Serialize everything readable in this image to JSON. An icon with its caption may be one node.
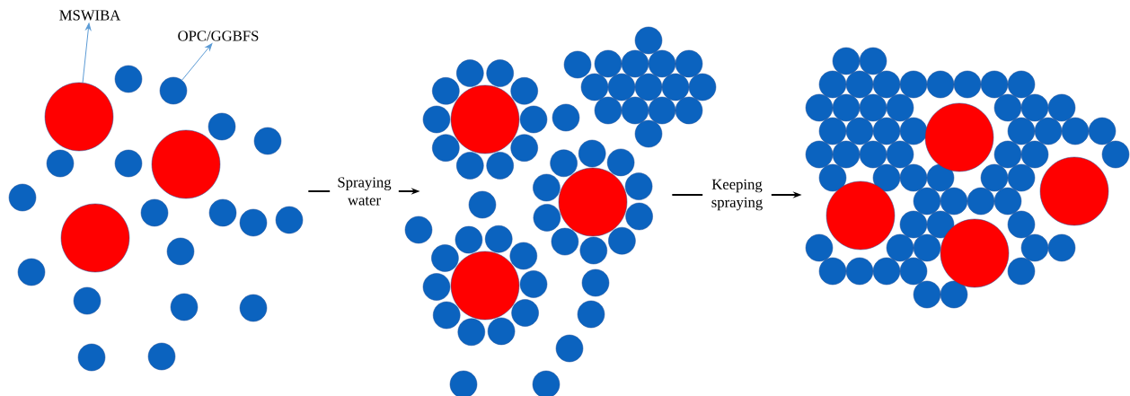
{
  "diagram": {
    "nodes": [
      {
        "text": [
          "MSWIBA"
        ]
      },
      {
        "text": [
          "OPC/GGBFS"
        ]
      },
      {
        "text": [],
        "shape": "picture"
      },
      {
        "text": [],
        "shape": "circle",
        "in": 2
      },
      {
        "text": [],
        "shape": "circle",
        "in": 2
      },
      {
        "text": [],
        "shape": "picture"
      },
      {
        "text": [],
        "shape": "picture"
      }
    ],
    "edges": [
      {
        "from": 3,
        "to": 0,
        "arrow": "to",
        "color": "#5b9bd5"
      },
      {
        "from": 4,
        "to": 1,
        "arrow": "to",
        "color": "#5b9bd5"
      },
      {
        "from": 2,
        "to": 5,
        "arrow": "to",
        "label": "Spraying water",
        "color": "#000000"
      },
      {
        "from": 5,
        "to": 6,
        "arrow": "to",
        "label": "Keeping spraying",
        "color": "#000000"
      }
    ]
  }
}
